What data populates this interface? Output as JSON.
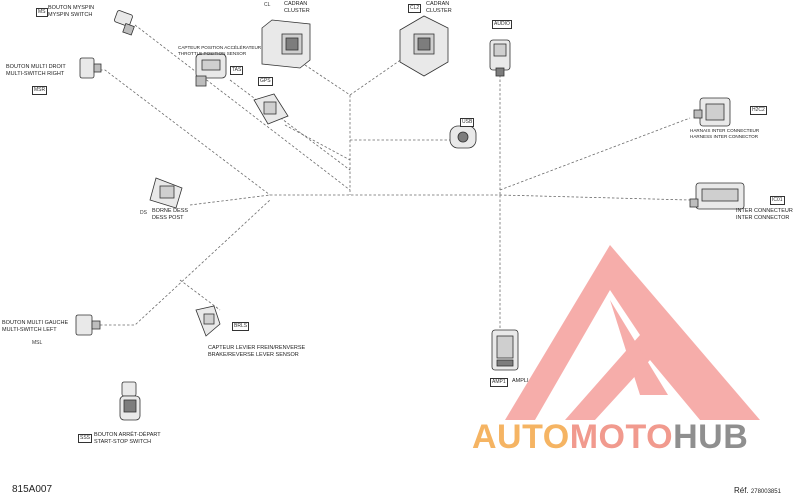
{
  "connectors": {
    "ms": {
      "code": "MS",
      "fr": "BOUTON MYSPIN",
      "en": "MYSPIN SWITCH"
    },
    "msr": {
      "code": "MSR",
      "fr": "BOUTON MULTI DROIT",
      "en": "MULTI-SWITCH RIGHT"
    },
    "tas": {
      "code": "TAS",
      "fr": "CAPTEUR POSITION ACCÉLÉRATEUR",
      "en": "THROTTLE POSITION SENSOR"
    },
    "cl": {
      "code": "CL",
      "fr": "CADRAN",
      "en": "CLUSTER"
    },
    "cl2": {
      "code": "CL2",
      "fr": "CADRAN",
      "en": "CLUSTER"
    },
    "gps": {
      "code": "GPS"
    },
    "audio": {
      "code": "AUDIO"
    },
    "usb": {
      "code": "USB"
    },
    "h2c2": {
      "code": "H2C2",
      "fr": "HARNAIS INTER CONNECTEUR",
      "en": "HARNESS INTER CONNECTOR"
    },
    "ic01": {
      "code": "IC01",
      "fr": "INTER CONNECTEUR",
      "en": "INTER CONNECTOR"
    },
    "ds": {
      "code": "DS",
      "fr": "BORNE DESS",
      "en": "DESS POST"
    },
    "msl": {
      "code": "MSL",
      "fr": "BOUTON MULTI GAUCHE",
      "en": "MULTI-SWITCH LEFT"
    },
    "brls": {
      "code": "BRLS",
      "fr": "CAPTEUR LEVIER FREIN/RENVERSE",
      "en": "BRAKE/REVERSE LEVER SENSOR"
    },
    "amp1": {
      "code": "AMP1",
      "en": "AMPLI"
    },
    "sss": {
      "code": "SSS",
      "fr": "BOUTON ARRÊT-DÉPART",
      "en": "START-STOP SWITCH"
    }
  },
  "footer": {
    "figure_id": "815A007",
    "ref_label": "Réf.",
    "ref_number": "278003851"
  },
  "watermark": {
    "part1": "AUTO",
    "part2": "MOTO",
    "part3": "HUB",
    "colors": {
      "auto": "#f5b463",
      "moto": "#f19a8e",
      "hub": "#8f8f8f",
      "triangle": "#ef6b66"
    }
  }
}
